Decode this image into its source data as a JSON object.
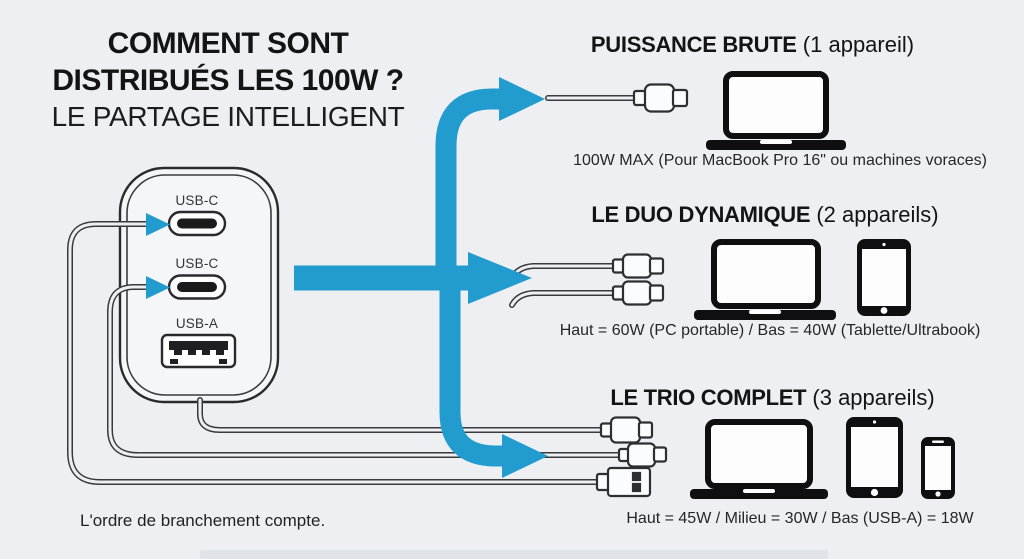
{
  "accent_color": "#229ccf",
  "background_color": "#edeff2",
  "title": {
    "line1": "COMMENT SONT",
    "line2": "DISTRIBUÉS LES 100W ?",
    "subtitle": "LE PARTAGE INTELLIGENT"
  },
  "charger": {
    "ports": [
      {
        "label": "USB-C"
      },
      {
        "label": "USB-C"
      },
      {
        "label": "USB-A"
      }
    ]
  },
  "scenarios": [
    {
      "name": "PUISSANCE BRUTE",
      "device_count": "(1 appareil)",
      "caption": "100W MAX (Pour MacBook Pro 16\" ou machines voraces)"
    },
    {
      "name": "LE DUO DYNAMIQUE",
      "device_count": "(2 appareils)",
      "caption": "Haut = 60W (PC portable) / Bas = 40W (Tablette/Ultrabook)"
    },
    {
      "name": "LE TRIO COMPLET",
      "device_count": "(3 appareils)",
      "caption": "Haut = 45W / Milieu = 30W / Bas (USB-A) = 18W"
    }
  ],
  "footer": {
    "note": "L'ordre de branchement compte."
  }
}
